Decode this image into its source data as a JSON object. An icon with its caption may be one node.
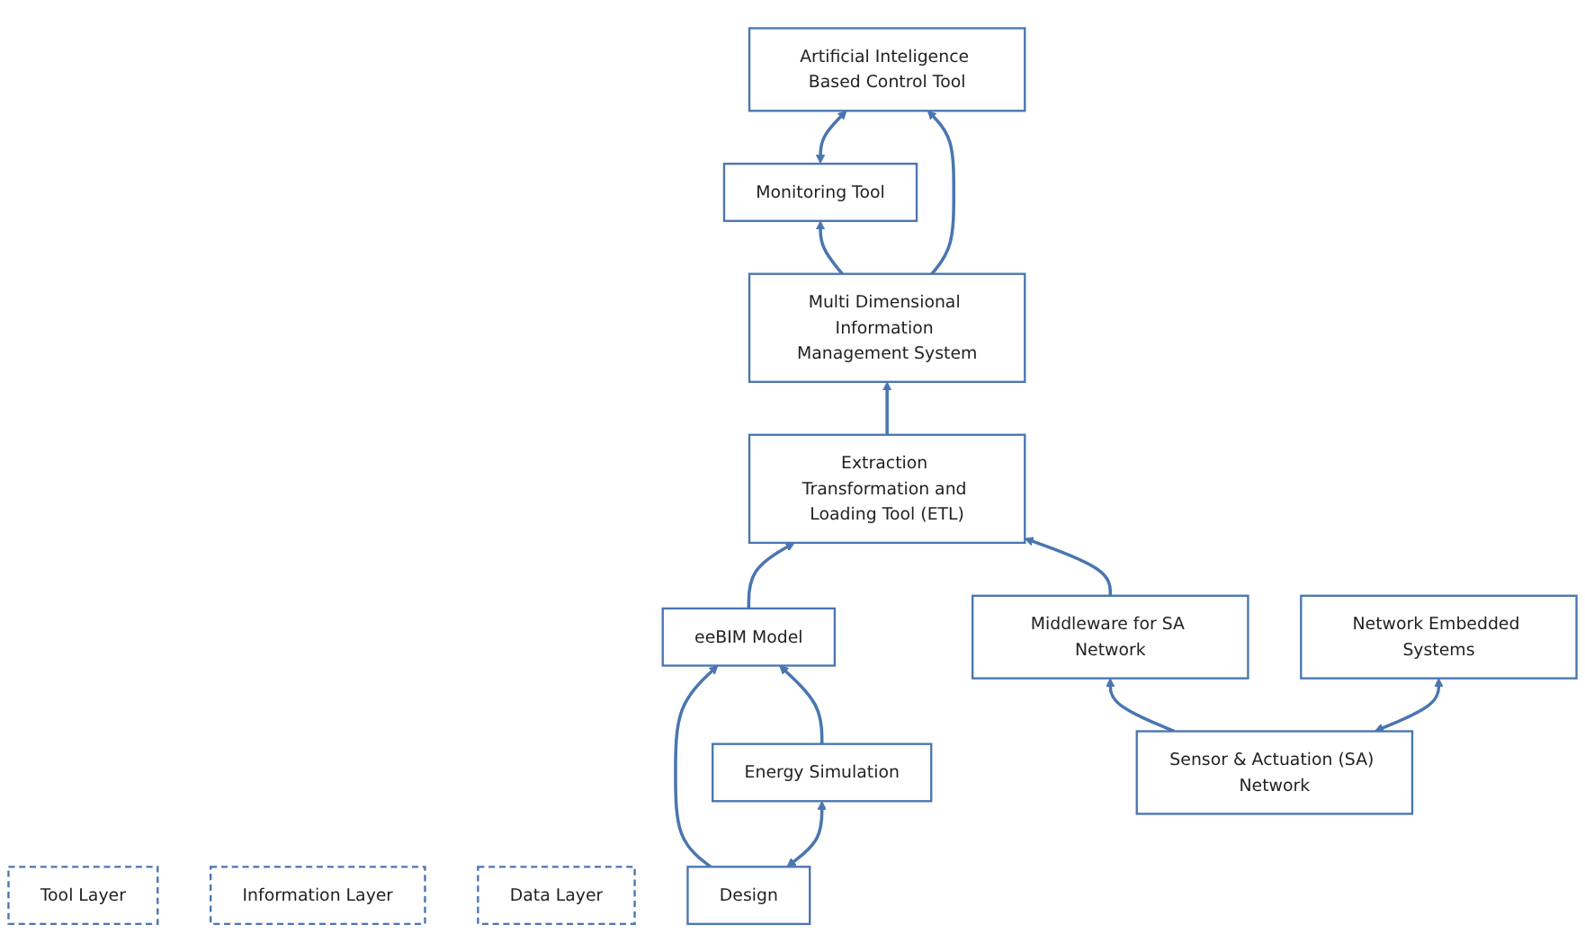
{
  "diagram": {
    "nodes": [
      {
        "text": [
          "Tool Layer"
        ]
      },
      {
        "text": [
          "Monitoring Tool"
        ]
      },
      {
        "text": [
          "Artificial Inteligence Based Control Tool"
        ]
      },
      {
        "text": [
          "Information Layer"
        ]
      },
      {
        "text": [
          "Multi Dimensional Information Management System"
        ]
      },
      {
        "text": [
          "Extraction Transformation and Loading Tool (ETL)"
        ]
      },
      {
        "text": [
          "eeBIM Model"
        ]
      },
      {
        "text": [
          "Middleware for SA Network"
        ]
      },
      {
        "text": [
          "Data Layer"
        ]
      },
      {
        "text": [
          "Design"
        ]
      },
      {
        "text": [
          "Energy Simulation"
        ]
      },
      {
        "text": [
          "Sensor & Actuation (SA) Network"
        ]
      },
      {
        "text": [
          "Network Embedded Systems"
        ]
      }
    ],
    "edges": [
      {
        "from": 1,
        "to": 2,
        "arrow": "both"
      },
      {
        "from": 4,
        "to": 1,
        "arrow": "to"
      },
      {
        "from": 4,
        "to": 2,
        "arrow": "to"
      },
      {
        "from": 5,
        "to": 4,
        "arrow": "to"
      },
      {
        "from": 6,
        "to": 5,
        "arrow": "to"
      },
      {
        "from": 7,
        "to": 5,
        "arrow": "to"
      },
      {
        "from": 9,
        "to": 6,
        "arrow": "to"
      },
      {
        "from": 10,
        "to": 6,
        "arrow": "to"
      },
      {
        "from": 9,
        "to": 10,
        "arrow": "both"
      },
      {
        "from": 11,
        "to": 7,
        "arrow": "to"
      },
      {
        "from": 11,
        "to": 12,
        "arrow": "both"
      }
    ]
  }
}
